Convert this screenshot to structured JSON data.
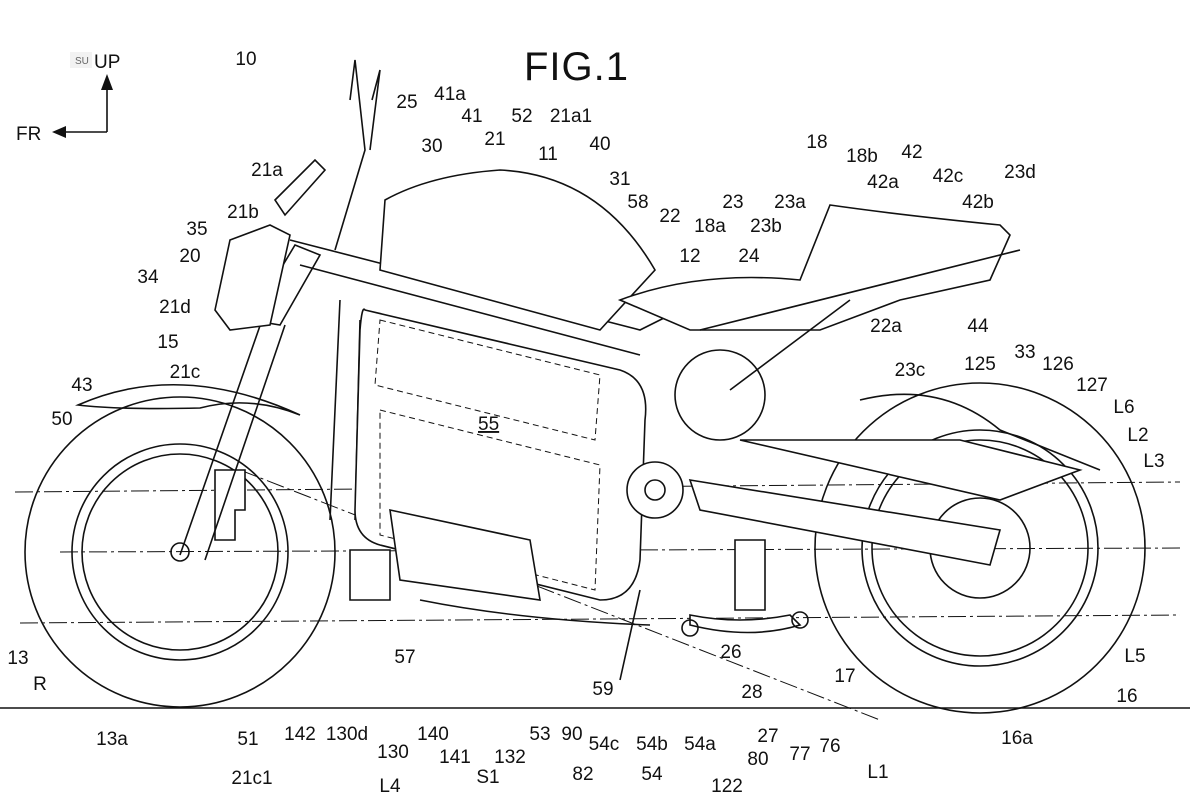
{
  "figure": {
    "title": "FIG.1",
    "orientation": {
      "up_label": "UP",
      "front_label": "FR",
      "su_tag": "SU"
    },
    "main_label": "55",
    "reference_labels": [
      "10",
      "25",
      "41a",
      "41",
      "21",
      "52",
      "21a1",
      "40",
      "11",
      "30",
      "31",
      "58",
      "22",
      "18",
      "18b",
      "42",
      "42a",
      "42c",
      "42b",
      "23d",
      "23",
      "23a",
      "18a",
      "23b",
      "12",
      "24",
      "22a",
      "44",
      "23c",
      "125",
      "33",
      "126",
      "127",
      "L6",
      "L2",
      "L3",
      "L5",
      "16",
      "16a",
      "21a",
      "21b",
      "35",
      "20",
      "34",
      "21d",
      "15",
      "21c",
      "43",
      "50",
      "13",
      "R",
      "13a",
      "51",
      "21c1",
      "142",
      "130d",
      "130",
      "L4",
      "140",
      "141",
      "S1",
      "132",
      "53",
      "90",
      "54c",
      "54b",
      "54a",
      "54",
      "82",
      "122",
      "80",
      "27",
      "77",
      "76",
      "28",
      "26",
      "17",
      "59",
      "57",
      "L1"
    ]
  }
}
